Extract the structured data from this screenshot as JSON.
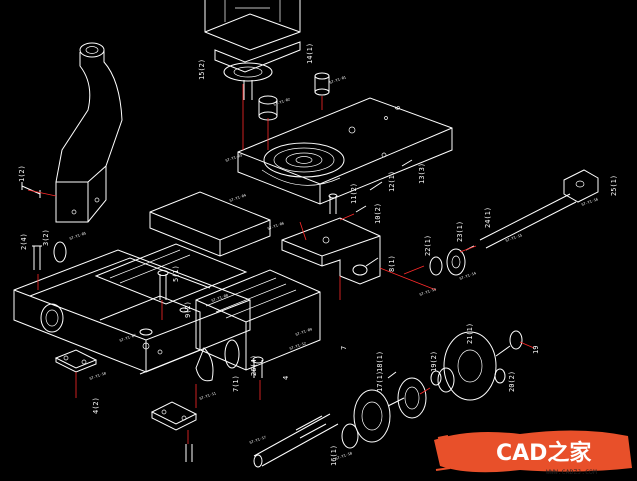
{
  "labels": [
    {
      "id": "15-2",
      "text": "15(2)"
    },
    {
      "id": "14-1",
      "text": "14(1)"
    },
    {
      "id": "6",
      "text": "6"
    },
    {
      "id": "1-2",
      "text": "1(2)"
    },
    {
      "id": "2-4",
      "text": "2(4)"
    },
    {
      "id": "3-2",
      "text": "3(2)"
    },
    {
      "id": "11-2",
      "text": "11(2)"
    },
    {
      "id": "12-1",
      "text": "12(1)"
    },
    {
      "id": "13-3",
      "text": "13(3)"
    },
    {
      "id": "10-2",
      "text": "10(2)"
    },
    {
      "id": "8-1",
      "text": "8(1)"
    },
    {
      "id": "5-1",
      "text": "5(1)"
    },
    {
      "id": "9-2",
      "text": "9(2)"
    },
    {
      "id": "7",
      "text": "7"
    },
    {
      "id": "7-1",
      "text": "7(1)"
    },
    {
      "id": "26-4",
      "text": "26(4)"
    },
    {
      "id": "4",
      "text": "4"
    },
    {
      "id": "4-2",
      "text": "4(2)"
    },
    {
      "id": "22-1",
      "text": "22(1)"
    },
    {
      "id": "23-1",
      "text": "23(1)"
    },
    {
      "id": "24-1",
      "text": "24(1)"
    },
    {
      "id": "25-1",
      "text": "25(1)"
    },
    {
      "id": "21-1",
      "text": "21(1)"
    },
    {
      "id": "19",
      "text": "19"
    },
    {
      "id": "18-1",
      "text": "18(1)"
    },
    {
      "id": "17-1",
      "text": "17(1)"
    },
    {
      "id": "19-2",
      "text": "19(2)"
    },
    {
      "id": "20-2",
      "text": "20(2)"
    },
    {
      "id": "16-1",
      "text": "16(1)"
    }
  ],
  "part_codes": [
    "ST-Y1-01",
    "ST-Y1-02",
    "ST-Y1-03",
    "ST-Y1-04",
    "ST-Y1-05",
    "ST-Y1-06",
    "ST-Y1-07",
    "ST-Y1-08",
    "ST-Y1-09",
    "ST-Y1-10",
    "ST-Y1-11",
    "ST-Y1-12",
    "ST-Y1-13",
    "ST-Y1-14",
    "ST-Y1-15",
    "ST-Y1-16",
    "ST-Y1-17",
    "ST-Y1-18"
  ],
  "watermark": {
    "title": "CAD之家",
    "url": "WWW.CADZJ.COM"
  },
  "colors": {
    "background": "#000000",
    "line": "#ffffff",
    "leader": "#ff2a2a",
    "watermark_brush": "#e8502a"
  }
}
